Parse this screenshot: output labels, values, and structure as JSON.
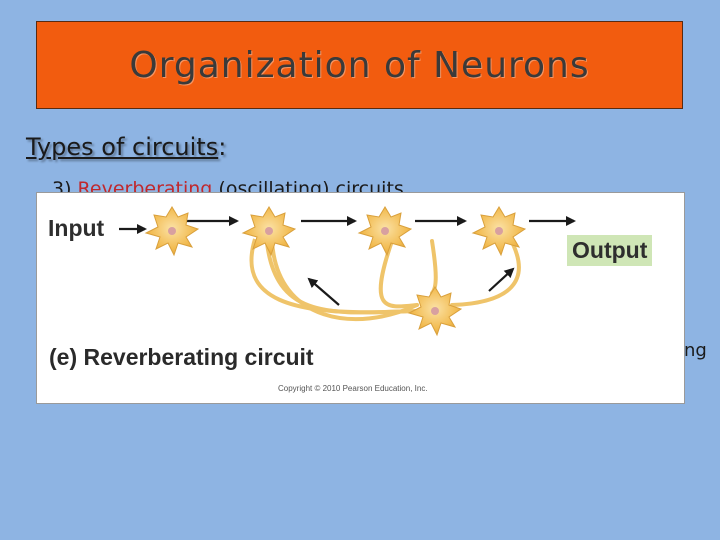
{
  "slide": {
    "title": "Organization of Neurons",
    "subheading": "Types of circuits",
    "subheading_suffix": ":",
    "bullet": {
      "number": "3) ",
      "highlight": "Reverberating",
      "rest": " (oscillating) circuits"
    },
    "tail_text": "ng"
  },
  "figure": {
    "input_label": "Input",
    "output_label": "Output",
    "caption": "(e) Reverberating circuit",
    "copyright": "Copyright © 2010 Pearson Education, Inc."
  },
  "colors": {
    "background": "#8eb4e3",
    "title_box": "#f25c0f",
    "highlight": "#c0282d",
    "neuron": "#f3c15a",
    "output_box": "#cfe6b6"
  }
}
